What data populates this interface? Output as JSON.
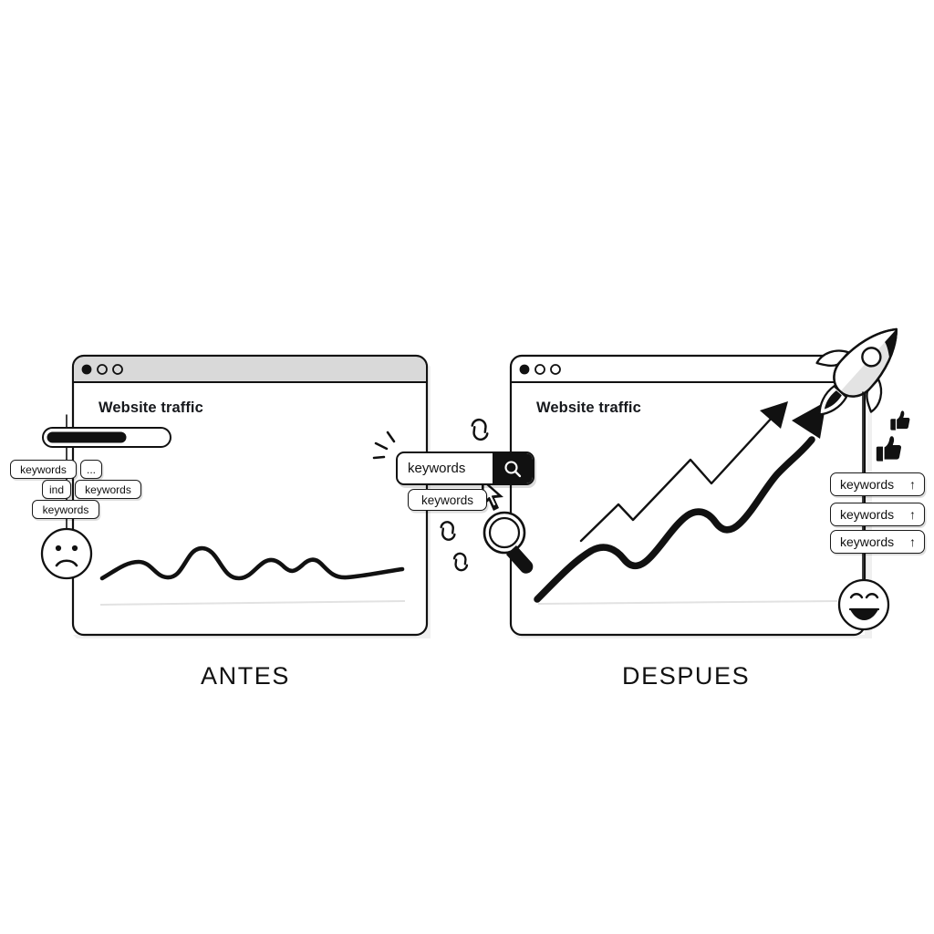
{
  "illustration": {
    "kind": "seo-before-after-comparison",
    "background_color": "#ffffff",
    "ink_color": "#111111",
    "titlebar_gray": "#d9d9d9"
  },
  "before": {
    "caption": "ANTES",
    "window": {
      "title": "Website traffic",
      "dots": [
        "filled",
        "outline",
        "outline"
      ],
      "titlebar_filled": true
    },
    "progress": {
      "name": "loading-bar",
      "fill_percent": 62
    },
    "keyword_tags": [
      {
        "label": "keywords"
      },
      {
        "label": "..."
      },
      {
        "label": "ind"
      },
      {
        "label": "keywords"
      },
      {
        "label": "keywords"
      }
    ],
    "face": "sad-face",
    "chart": {
      "title": "Website traffic",
      "trend": "flat"
    }
  },
  "middle": {
    "search": {
      "value": "keywords",
      "button_icon": "search-icon",
      "suggestion": "keywords"
    },
    "decor_icons": [
      "link-icon",
      "link-icon",
      "link-icon",
      "magnifier-icon",
      "cursor-icon",
      "sparkle-icon"
    ]
  },
  "after": {
    "caption": "DESPUES",
    "window": {
      "title": "Website traffic",
      "dots": [
        "filled",
        "outline",
        "outline"
      ],
      "titlebar_filled": false
    },
    "keyword_tags": [
      {
        "label": "keywords",
        "trend": "↑"
      },
      {
        "label": "keywords",
        "trend": "↑"
      },
      {
        "label": "keywords",
        "trend": "↑"
      }
    ],
    "face": "happy-face",
    "reactions": [
      "thumbs-up-icon",
      "thumbs-up-icon"
    ],
    "rocket": "rocket-icon",
    "chart": {
      "title": "Website traffic",
      "trend": "rising"
    }
  },
  "chart_data": [
    {
      "type": "line",
      "title": "Website traffic",
      "panel": "ANTES",
      "xlabel": "",
      "ylabel": "",
      "grid": false,
      "legend": null,
      "x": [
        0,
        1,
        2,
        3,
        4,
        5,
        6,
        7,
        8,
        9,
        10,
        11,
        12
      ],
      "values": [
        8,
        17,
        20,
        12,
        14,
        30,
        11,
        13,
        24,
        16,
        22,
        13,
        17
      ],
      "ylim": [
        0,
        100
      ],
      "annotation": "flat, stagnant traffic"
    },
    {
      "type": "line",
      "title": "Website traffic",
      "panel": "DESPUES",
      "xlabel": "",
      "ylabel": "",
      "grid": false,
      "legend": null,
      "series": [
        {
          "name": "thin-zigzag-arrow",
          "x": [
            0,
            1,
            2,
            3,
            4,
            5
          ],
          "values": [
            18,
            38,
            30,
            62,
            52,
            85
          ]
        },
        {
          "name": "thick-wave-arrow",
          "x": [
            0,
            1,
            2,
            3,
            4,
            5,
            6
          ],
          "values": [
            4,
            24,
            18,
            44,
            36,
            62,
            92
          ]
        }
      ],
      "ylim": [
        0,
        100
      ],
      "annotation": "steeply rising traffic"
    }
  ]
}
